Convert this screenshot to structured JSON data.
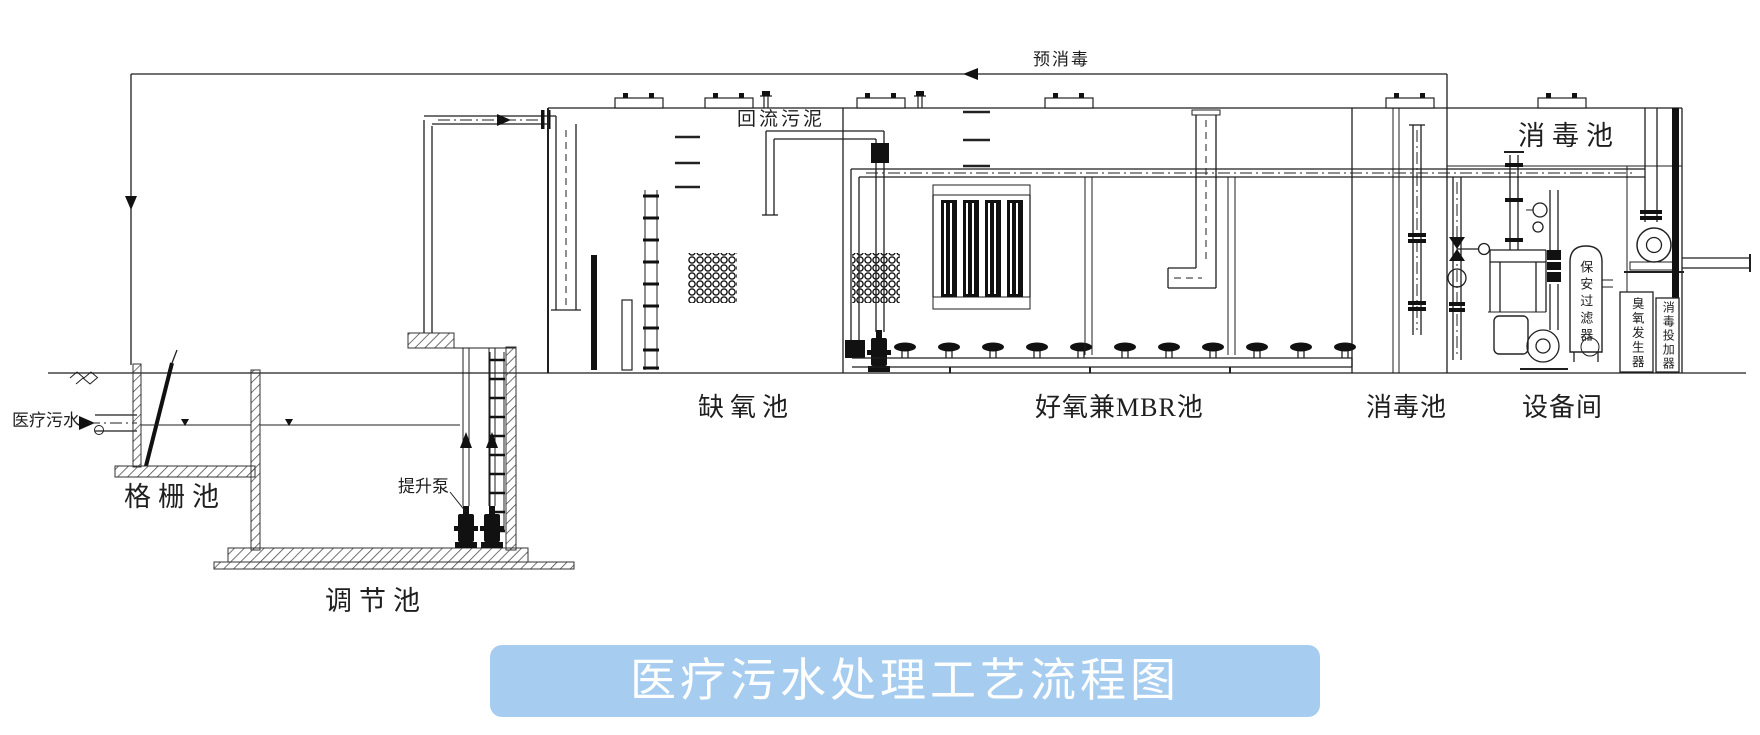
{
  "title": {
    "text": "医疗污水处理工艺流程图"
  },
  "flow_labels": {
    "pre_disinfection": "预消毒",
    "return_sludge": "回流污泥",
    "medical_wastewater": "医疗污水",
    "lift_pump": "提升泵"
  },
  "tanks": {
    "screen_tank": "格栅池",
    "regulating_tank": "调节池",
    "anoxic_tank": "缺氧池",
    "aerobic_mbr_tank": "好氧兼MBR池",
    "disinfection_tank": "消毒池",
    "equipment_room": "设备间",
    "disinfection_tank_top": "消毒池"
  },
  "equipment": {
    "security_filter": "保安过滤器",
    "ozone_generator": "臭氧发生器",
    "disinfectant_doser": "消毒投加器"
  },
  "colors": {
    "line": "#1f1f1f",
    "banner_bg": "#a6cdf0",
    "banner_text": "#ffffff",
    "background": "#ffffff"
  }
}
